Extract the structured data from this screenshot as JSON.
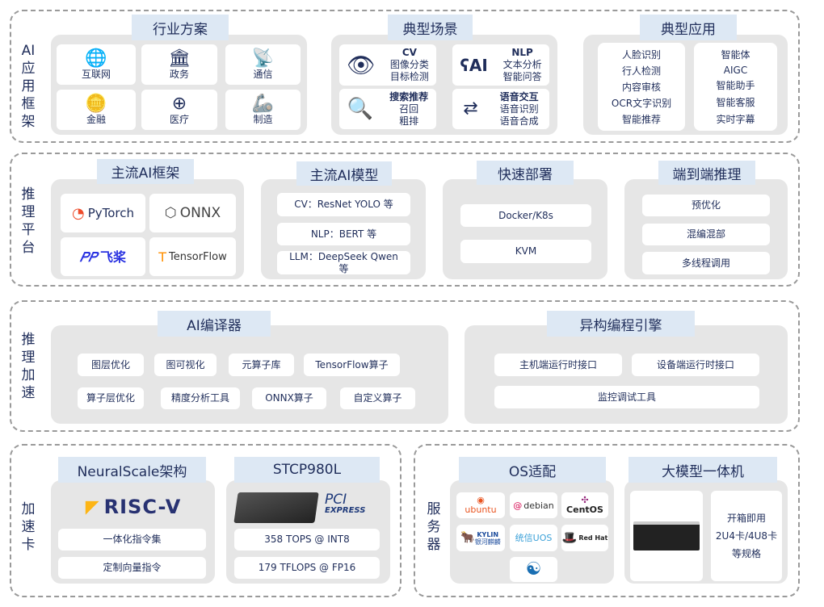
{
  "colors": {
    "text": "#1f2d5a",
    "header_bg": "#dde8f4",
    "panel_bg": "#e6e6e6",
    "dash": "#9a9a9a"
  },
  "sections": {
    "app": {
      "label": "AI应用框架",
      "industry": {
        "title": "行业方案",
        "items": [
          {
            "label": "互联网",
            "icon": "globe-icon"
          },
          {
            "label": "政务",
            "icon": "government-icon"
          },
          {
            "label": "通信",
            "icon": "antenna-icon"
          },
          {
            "label": "金融",
            "icon": "coins-icon"
          },
          {
            "label": "医疗",
            "icon": "medical-kit-icon"
          },
          {
            "label": "制造",
            "icon": "robot-arm-icon"
          }
        ]
      },
      "scenes": {
        "title": "典型场景",
        "items": [
          {
            "name": "CV",
            "lines": [
              "图像分类",
              "目标检测"
            ],
            "icon": "eye-icon"
          },
          {
            "name": "NLP",
            "lines": [
              "文本分析",
              "智能问答"
            ],
            "icon": "ai-head-icon"
          },
          {
            "name": "搜索推荐",
            "lines": [
              "召回",
              "粗排"
            ],
            "icon": "search-window-icon"
          },
          {
            "name": "语音交互",
            "lines": [
              "语音识别",
              "语音合成"
            ],
            "icon": "voice-exchange-icon"
          }
        ]
      },
      "apps": {
        "title": "典型应用",
        "left": [
          "人脸识别",
          "行人检测",
          "内容审核",
          "OCR文字识别",
          "智能推荐"
        ],
        "right": [
          "智能体",
          "AIGC",
          "智能助手",
          "智能客服",
          "实时字幕"
        ]
      }
    },
    "platform": {
      "label": "推理平台",
      "frameworks": {
        "title": "主流AI框架",
        "items": [
          "PyTorch",
          "ONNX",
          "飞桨",
          "TensorFlow"
        ]
      },
      "models": {
        "title": "主流AI模型",
        "items": [
          "CV：ResNet YOLO 等",
          "NLP：BERT 等",
          "LLM：DeepSeek Qwen 等"
        ]
      },
      "deploy": {
        "title": "快速部署",
        "items": [
          "Docker/K8s",
          "KVM"
        ]
      },
      "e2e": {
        "title": "端到端推理",
        "items": [
          "预优化",
          "混编混部",
          "多线程调用"
        ]
      }
    },
    "accel": {
      "label": "推理加速",
      "compiler": {
        "title": "AI编译器",
        "items": [
          "图层优化",
          "图可视化",
          "元算子库",
          "TensorFlow算子",
          "算子层优化",
          "精度分析工具",
          "ONNX算子",
          "自定义算子"
        ]
      },
      "hetero": {
        "title": "异构编程引擎",
        "items": [
          "主机端运行时接口",
          "设备端运行时接口",
          "监控调试工具"
        ]
      }
    },
    "card": {
      "label": "加速卡",
      "arch": {
        "title": "NeuralScale架构",
        "logo": "RISC-V",
        "items": [
          "一体化指令集",
          "定制向量指令"
        ]
      },
      "stcp": {
        "title": "STCP980L",
        "logo_top": "PCI",
        "logo_bottom": "EXPRESS",
        "items": [
          "358 TOPS @ INT8",
          "179 TFLOPS @ FP16"
        ]
      }
    },
    "server": {
      "label": "服务器",
      "os": {
        "title": "OS适配",
        "items": [
          "ubuntu",
          "debian",
          "CentOS",
          "KYLIN",
          "统信UOS",
          "Red Hat"
        ],
        "kylin_sub": "银河麒麟"
      },
      "appliance": {
        "title": "大模型一体机",
        "lines": [
          "开箱即用",
          "2U4卡/4U8卡",
          "等规格"
        ]
      }
    }
  }
}
